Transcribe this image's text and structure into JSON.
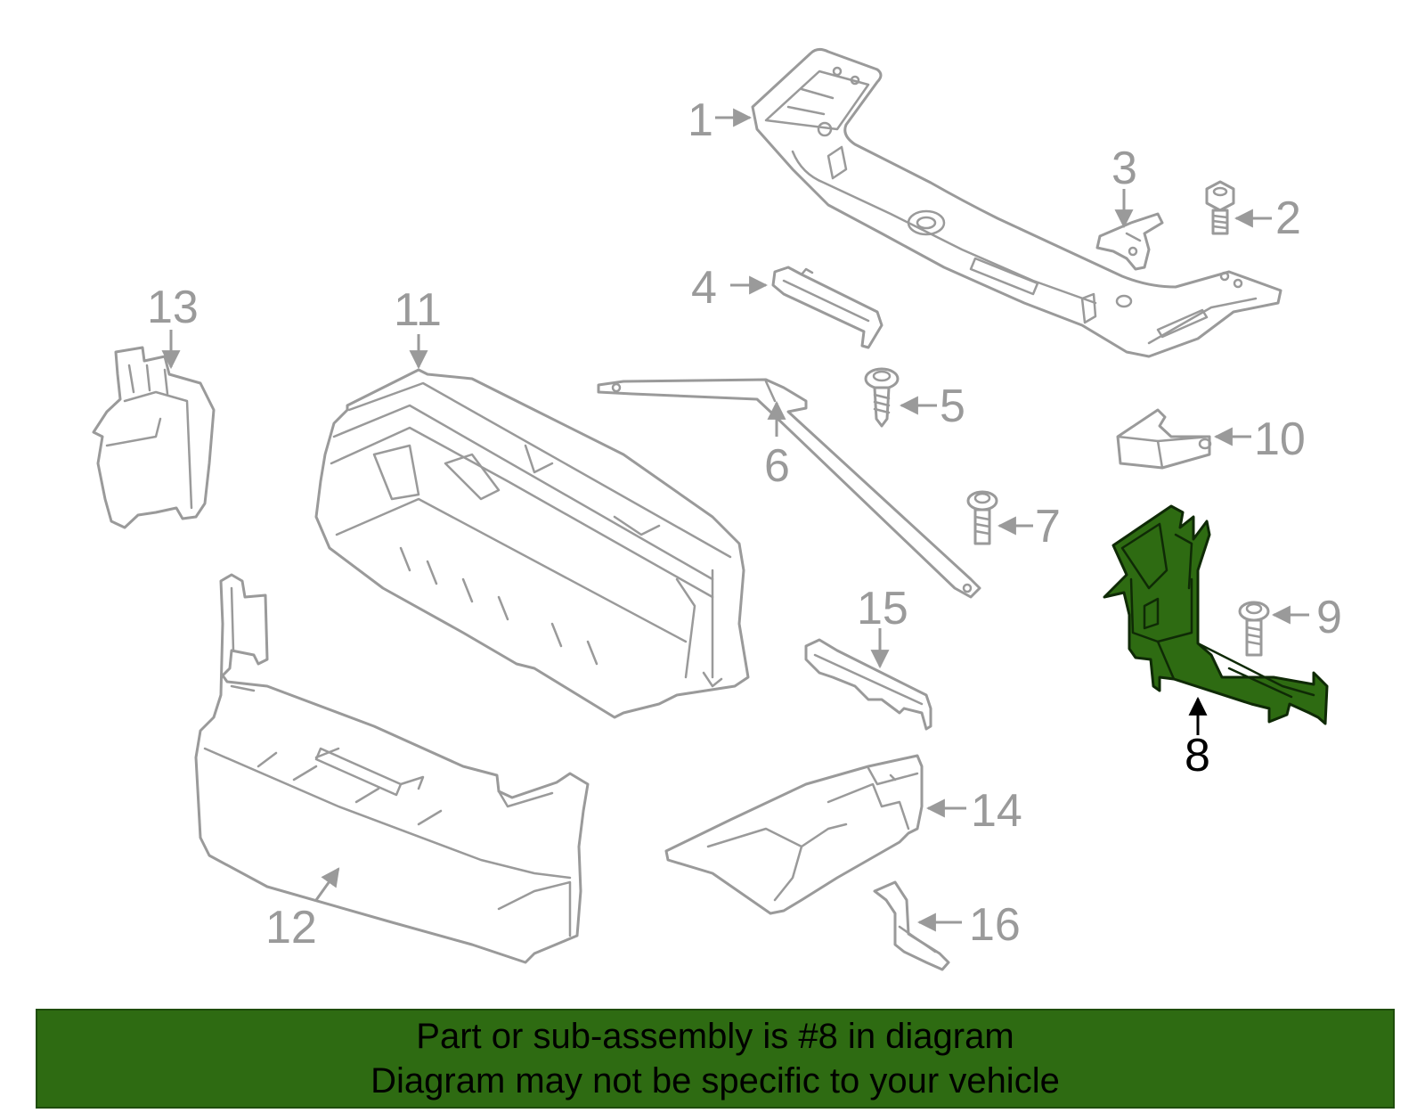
{
  "diagram": {
    "highlight_color": "#2e6b12",
    "line_color": "#9a9a9a",
    "callouts": [
      {
        "id": "1",
        "label": "1"
      },
      {
        "id": "2",
        "label": "2"
      },
      {
        "id": "3",
        "label": "3"
      },
      {
        "id": "4",
        "label": "4"
      },
      {
        "id": "5",
        "label": "5"
      },
      {
        "id": "6",
        "label": "6"
      },
      {
        "id": "7",
        "label": "7"
      },
      {
        "id": "8",
        "label": "8",
        "highlighted": true
      },
      {
        "id": "9",
        "label": "9"
      },
      {
        "id": "10",
        "label": "10"
      },
      {
        "id": "11",
        "label": "11"
      },
      {
        "id": "12",
        "label": "12"
      },
      {
        "id": "13",
        "label": "13"
      },
      {
        "id": "14",
        "label": "14"
      },
      {
        "id": "15",
        "label": "15"
      },
      {
        "id": "16",
        "label": "16"
      }
    ]
  },
  "footer": {
    "line1": "Part or sub-assembly is #8 in diagram",
    "line2": "Diagram may not be specific to your vehicle",
    "background": "#2e6b12"
  }
}
